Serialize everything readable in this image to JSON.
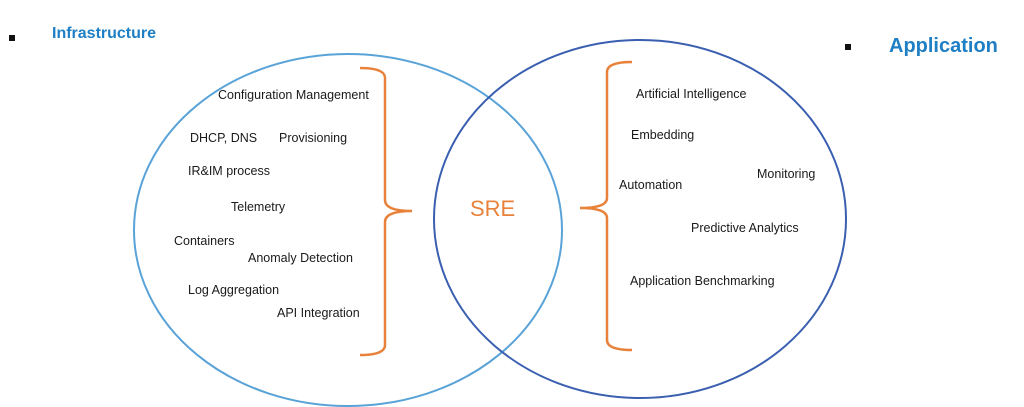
{
  "headings": {
    "left": "Infrastructure",
    "right": "Application"
  },
  "center_label": "SRE",
  "infrastructure_items": [
    "Configuration Management",
    "DHCP, DNS",
    "Provisioning",
    "IR&IM process",
    "Telemetry",
    "Containers",
    "Anomaly Detection",
    "Log Aggregation",
    "API Integration"
  ],
  "application_items": [
    "Artificial Intelligence",
    "Embedding",
    "Automation",
    "Monitoring",
    "Predictive Analytics",
    "Application Benchmarking"
  ],
  "colors": {
    "left_circle": "#5aa3d8",
    "right_circle": "#3a5fb0",
    "brace": "#e8823a",
    "heading": "#1f7fc4"
  }
}
